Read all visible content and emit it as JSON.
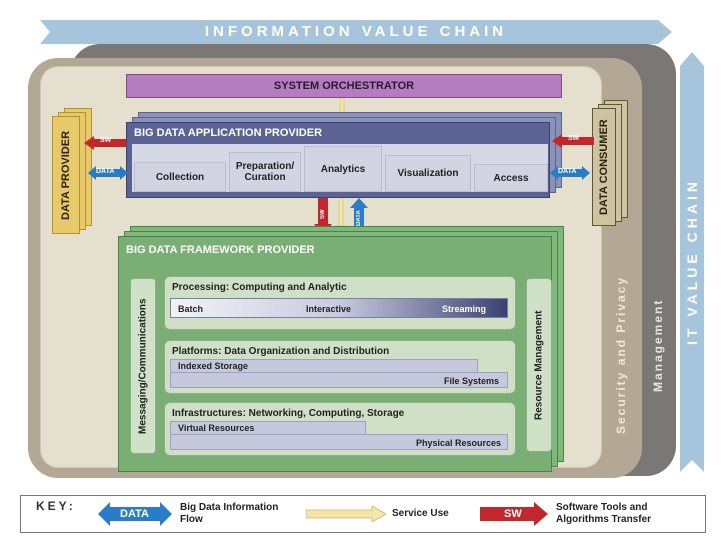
{
  "info_value_chain": "INFORMATION VALUE CHAIN",
  "it_value_chain": "IT VALUE CHAIN",
  "management": "Management",
  "security_privacy": "Security and Privacy",
  "orchestrator": "SYSTEM ORCHESTRATOR",
  "data_provider": "DATA PROVIDER",
  "data_consumer": "DATA CONSUMER",
  "app_provider": {
    "title": "BIG DATA APPLICATION PROVIDER",
    "collection": "Collection",
    "preparation": "Preparation/ Curation",
    "analytics": "Analytics",
    "visualization": "Visualization",
    "access": "Access"
  },
  "framework": {
    "title": "BIG DATA FRAMEWORK PROVIDER",
    "messaging": "Messaging/Communications",
    "resource_mgmt": "Resource Management",
    "processing": {
      "title": "Processing: Computing and Analytic",
      "batch": "Batch",
      "interactive": "Interactive",
      "streaming": "Streaming"
    },
    "platforms": {
      "title": "Platforms: Data Organization and Distribution",
      "indexed": "Indexed Storage",
      "filesystems": "File Systems"
    },
    "infrastructures": {
      "title": "Infrastructures: Networking, Computing, Storage",
      "virtual": "Virtual Resources",
      "physical": "Physical Resources"
    }
  },
  "arrows": {
    "sw": "SW",
    "data": "DATA"
  },
  "key": {
    "title": "KEY:",
    "data_label": "DATA",
    "data_desc": "Big Data Information Flow",
    "service_desc": "Service Use",
    "sw_label": "SW",
    "sw_desc": "Software Tools and Algorithms Transfer"
  },
  "colors": {
    "chain_blue": "#a6c4dc",
    "orchestrator": "#b47dc0",
    "app_provider": "#5a6394",
    "framework": "#79ae74",
    "data_provider": "#e8c96a",
    "data_consumer": "#cfc4a1",
    "sw_red": "#c1272d",
    "data_blue": "#2a7cc7",
    "service_yellow": "#f5e6a8"
  }
}
